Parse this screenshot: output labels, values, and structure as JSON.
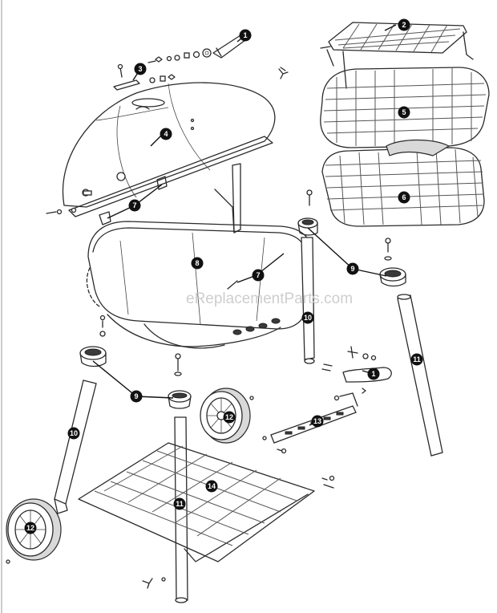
{
  "watermark": "eReplacementParts.com",
  "callouts": [
    {
      "id": "c1a",
      "label": "1"
    },
    {
      "id": "c1b",
      "label": "1"
    },
    {
      "id": "c2",
      "label": "2"
    },
    {
      "id": "c3",
      "label": "3"
    },
    {
      "id": "c4",
      "label": "4"
    },
    {
      "id": "c5",
      "label": "5"
    },
    {
      "id": "c6",
      "label": "6"
    },
    {
      "id": "c7a",
      "label": "7"
    },
    {
      "id": "c7b",
      "label": "7"
    },
    {
      "id": "c8",
      "label": "8"
    },
    {
      "id": "c9a",
      "label": "9"
    },
    {
      "id": "c9b",
      "label": "9"
    },
    {
      "id": "c10a",
      "label": "10"
    },
    {
      "id": "c10b",
      "label": "10"
    },
    {
      "id": "c11a",
      "label": "11"
    },
    {
      "id": "c11b",
      "label": "11"
    },
    {
      "id": "c12a",
      "label": "12"
    },
    {
      "id": "c12b",
      "label": "12"
    },
    {
      "id": "c13",
      "label": "13"
    },
    {
      "id": "c14",
      "label": "14"
    }
  ]
}
